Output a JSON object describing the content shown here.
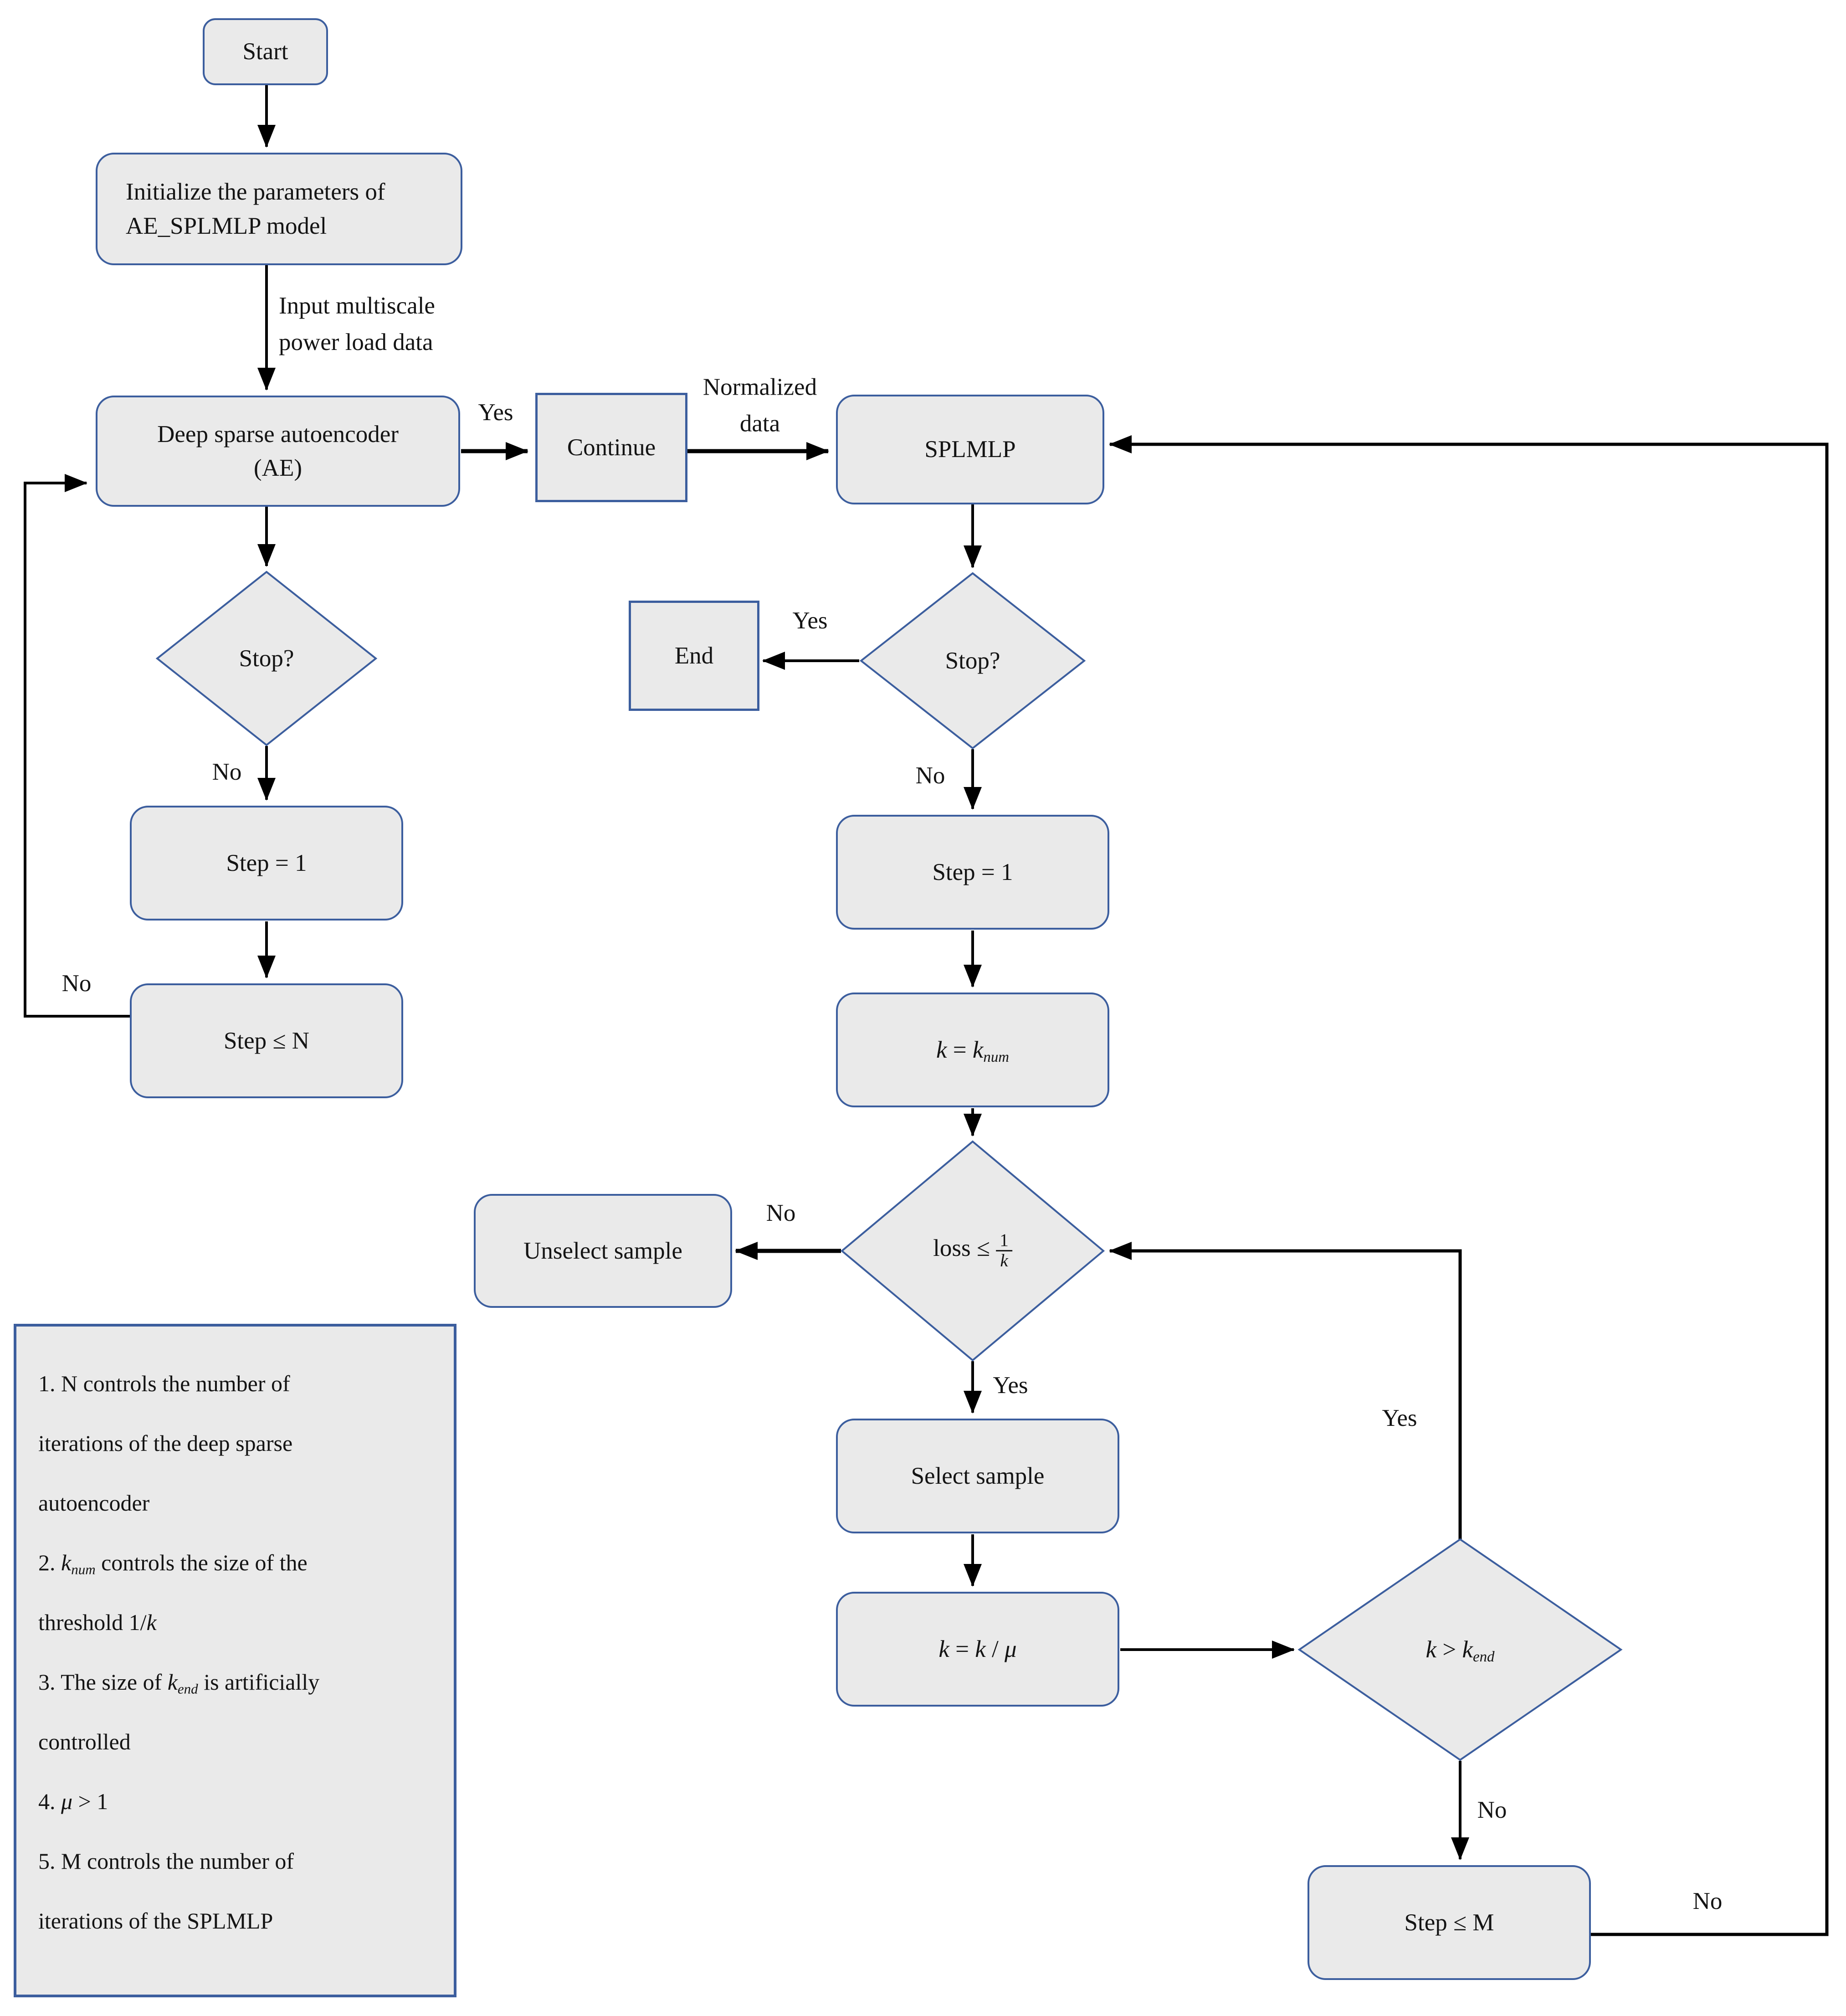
{
  "palette": {
    "box_fill": "#eaeaea",
    "box_border": "#3c5e9e",
    "line": "#000000",
    "text": "#141414"
  },
  "nodes": {
    "start": {
      "label": "Start"
    },
    "init": {
      "label": "Initialize the parameters of AE_SPLMLP model"
    },
    "ae": {
      "label": "Deep sparse autoencoder (AE)"
    },
    "continue": {
      "label": "Continue"
    },
    "splmlp": {
      "label": "SPLMLP"
    },
    "stop_left": {
      "label": "Stop?"
    },
    "step1_left": {
      "label": "Step = 1"
    },
    "step_le_n": {
      "label": "Step ≤ N"
    },
    "end": {
      "label": "End"
    },
    "stop_right": {
      "label": "Stop?"
    },
    "step1_right": {
      "label": "Step = 1"
    },
    "k_init": {
      "segments": [
        {
          "i": "k"
        },
        {
          "t": " = "
        },
        {
          "i": "k",
          "sub": "num"
        }
      ]
    },
    "loss_check": {
      "segments": [
        {
          "t": "loss ≤ "
        },
        {
          "frac": [
            "1",
            "k"
          ]
        }
      ]
    },
    "unselect": {
      "label": "Unselect sample"
    },
    "select": {
      "label": "Select sample"
    },
    "k_update": {
      "segments": [
        {
          "i": "k"
        },
        {
          "t": " = "
        },
        {
          "i": "k"
        },
        {
          "t": " / "
        },
        {
          "i": "μ"
        }
      ]
    },
    "k_end_check": {
      "segments": [
        {
          "i": "k"
        },
        {
          "t": " > "
        },
        {
          "i": "k",
          "sub": "end"
        }
      ]
    },
    "step_le_m": {
      "label": "Step ≤ M"
    }
  },
  "edge_labels": {
    "input_data": "Input multiscale power load data",
    "yes_ae_continue": "Yes",
    "normalized_data": "Normalized data",
    "yes_stop_end": "Yes",
    "no_stop_right": "No",
    "no_stop_left": "No",
    "no_left_loop": "No",
    "no_loss": "No",
    "yes_loss": "Yes",
    "yes_kend_loop": "Yes",
    "no_kend": "No",
    "no_m_loop": "No"
  },
  "notes": {
    "lines": [
      [
        {
          "t": "1. N controls the number of"
        }
      ],
      [
        {
          "t": "iterations of the deep sparse"
        }
      ],
      [
        {
          "t": "autoencoder"
        }
      ],
      [
        {
          "t": "2. "
        },
        {
          "i": "k",
          "sub": "num"
        },
        {
          "t": " controls the size of the"
        }
      ],
      [
        {
          "t": "threshold 1/"
        },
        {
          "i": "k"
        }
      ],
      [
        {
          "t": "3. The size of "
        },
        {
          "i": "k",
          "sub": "end"
        },
        {
          "t": " is artificially"
        }
      ],
      [
        {
          "t": "controlled"
        }
      ],
      [
        {
          "t": "4. "
        },
        {
          "i": "μ"
        },
        {
          "t": " > 1"
        }
      ],
      [
        {
          "t": "5. M controls the number of"
        }
      ],
      [
        {
          "t": "iterations of the SPLMLP"
        }
      ]
    ]
  }
}
